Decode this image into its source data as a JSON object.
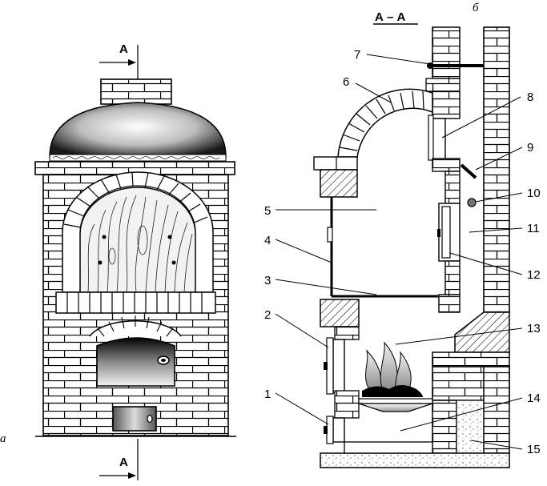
{
  "figure": {
    "panel_a_label": "а",
    "panel_b_label": "б",
    "section_marker": "А",
    "section_title": "А – А"
  },
  "callouts": [
    {
      "number": "1"
    },
    {
      "number": "2"
    },
    {
      "number": "3"
    },
    {
      "number": "4"
    },
    {
      "number": "5"
    },
    {
      "number": "6"
    },
    {
      "number": "7"
    },
    {
      "number": "8"
    },
    {
      "number": "9"
    },
    {
      "number": "10"
    },
    {
      "number": "11"
    },
    {
      "number": "12"
    },
    {
      "number": "13"
    },
    {
      "number": "14"
    },
    {
      "number": "15"
    }
  ]
}
